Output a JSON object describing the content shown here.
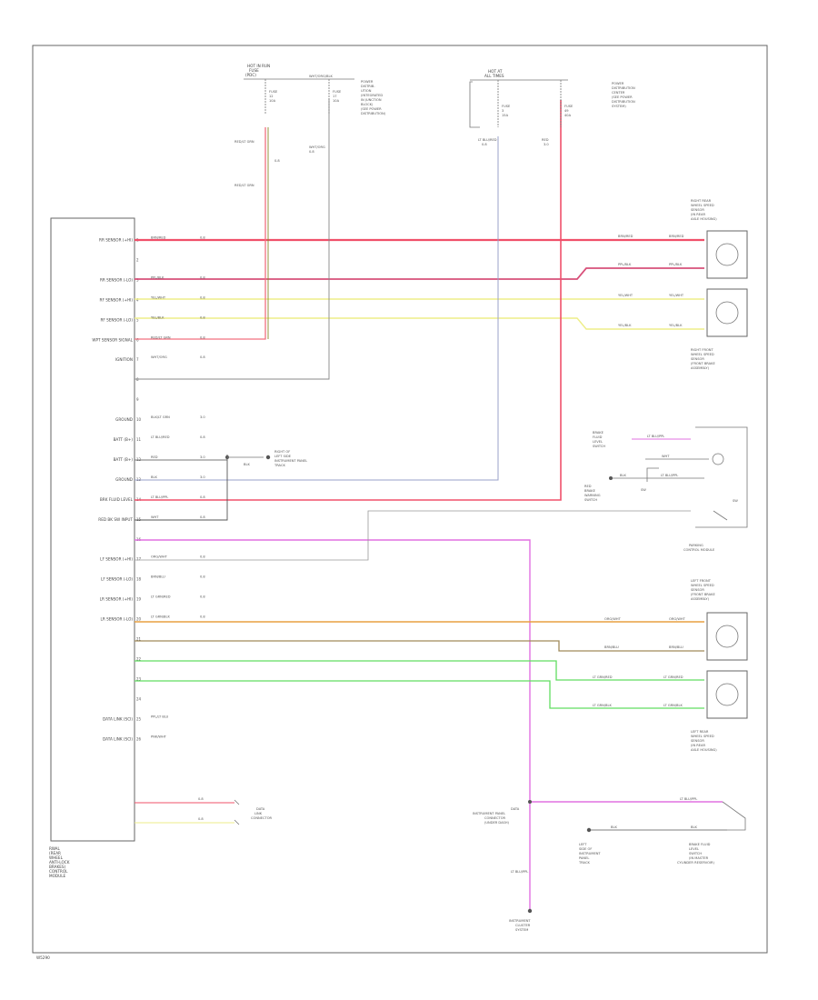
{
  "diagram_code": "W5290",
  "colors": {
    "red": "#f0506a",
    "red_light": "#f2707f",
    "yellow": "#eeee88",
    "olive": "#8a8a2a",
    "gray": "#888888",
    "blue_gray": "#9aa0c8",
    "magenta": "#e070e0",
    "orange": "#e8a040",
    "tan": "#a08a5a",
    "green": "#60dd60",
    "dark": "#555555"
  },
  "module": {
    "name_lines": [
      "RWAL",
      "(REAR",
      "WHEEL",
      "ANTI-LOCK",
      "BRAKES)",
      "CONTROL",
      "MODULE"
    ],
    "pins": [
      {
        "num": "1",
        "label": "RR SENSOR (+HI)",
        "wire": "BRN/RED",
        "gauge": "0.8"
      },
      {
        "num": "2",
        "label": "",
        "wire": "",
        "gauge": ""
      },
      {
        "num": "3",
        "label": "RR SENSOR (-LO)",
        "wire": "PPL/BLK",
        "gauge": "0.8"
      },
      {
        "num": "4",
        "label": "RF SENSOR (+HI)",
        "wire": "YEL/WHT",
        "gauge": "0.8"
      },
      {
        "num": "5",
        "label": "RF SENSOR (-LO)",
        "wire": "YEL/BLK",
        "gauge": "0.8"
      },
      {
        "num": "6",
        "label": "WPT SENSOR SIGNAL",
        "wire": "RED/LT GRN",
        "gauge": "0.8"
      },
      {
        "num": "7",
        "label": "IGNITION",
        "wire": "WHT/ORG",
        "gauge": "0.8"
      },
      {
        "num": "8",
        "label": "",
        "wire": "",
        "gauge": ""
      },
      {
        "num": "9",
        "label": "",
        "wire": "",
        "gauge": ""
      },
      {
        "num": "10",
        "label": "GROUND",
        "wire": "BLK/LT GRN",
        "gauge": "3.0"
      },
      {
        "num": "11",
        "label": "BATT (B+)",
        "wire": "LT BLU/RED",
        "gauge": "0.8"
      },
      {
        "num": "12",
        "label": "BATT (B+)",
        "wire": "RED",
        "gauge": "3.0"
      },
      {
        "num": "13",
        "label": "GROUND",
        "wire": "BLK",
        "gauge": "3.0"
      },
      {
        "num": "14",
        "label": "BRK FLUID LEVEL",
        "wire": "LT BLU/PPL",
        "gauge": "0.8"
      },
      {
        "num": "15",
        "label": "RED BK SW INPUT",
        "wire": "WHT",
        "gauge": "0.8"
      },
      {
        "num": "16",
        "label": "",
        "wire": "",
        "gauge": ""
      },
      {
        "num": "17",
        "label": "LF SENSOR (+HI)",
        "wire": "ORG/WHT",
        "gauge": "0.8"
      },
      {
        "num": "18",
        "label": "LF SENSOR (-LO)",
        "wire": "BRN/BLU",
        "gauge": "0.8"
      },
      {
        "num": "19",
        "label": "LR SENSOR (+HI)",
        "wire": "LT GRN/RED",
        "gauge": "0.8"
      },
      {
        "num": "20",
        "label": "LR SENSOR (-LO)",
        "wire": "LT GRN/BLK",
        "gauge": "0.8"
      },
      {
        "num": "21",
        "label": "",
        "wire": "",
        "gauge": ""
      },
      {
        "num": "22",
        "label": "",
        "wire": "",
        "gauge": ""
      },
      {
        "num": "23",
        "label": "",
        "wire": "",
        "gauge": ""
      },
      {
        "num": "24",
        "label": "",
        "wire": "",
        "gauge": ""
      },
      {
        "num": "25",
        "label": "DATA LINK (SCI)",
        "wire": "PPL/LT BLU",
        "gauge": "0.8"
      },
      {
        "num": "26",
        "label": "DATA LINK (SCI)",
        "wire": "PNK/WHT",
        "gauge": "0.8"
      }
    ]
  },
  "top_left_fuse": {
    "title_lines": [
      "HOT IN RUN",
      "FUSE",
      "(PDC)"
    ],
    "fuse_a": [
      "FUSE",
      "12",
      "10A"
    ],
    "fuse_b": [
      "FUSE",
      "17",
      "10A"
    ],
    "wire_out": "WHT/ORG/BLK",
    "note_lines": [
      "POWER",
      "DISTRIB-",
      "UTION",
      "(INTEGRATED",
      "IN JUNCTION",
      "BLOCK)",
      "(SEE POWER",
      "DISTRIBUTION)"
    ],
    "wire_1": "RED/LT GRN",
    "wire_2": "RED/LT GRN",
    "wire_3": "WHT/ORG",
    "gauge_1": "0.8",
    "gauge_2": "0.8"
  },
  "top_right_fuse": {
    "title_lines": [
      "HOT AT",
      "ALL TIMES"
    ],
    "fuse_a": [
      "FUSE",
      "3",
      "15A"
    ],
    "fuse_b": [
      "FUSE",
      "49",
      "40A"
    ],
    "note_lines": [
      "POWER",
      "DISTRIBUTION",
      "CENTER",
      "(SEE POWER",
      "DISTRIBUTION",
      "SYSTEM)"
    ],
    "wire_1": "LT BLU/RED",
    "wire_2": "RED",
    "gauge_1": "0.8",
    "gauge_2": "3.0"
  },
  "ground_label": [
    "RIGHT OF",
    "LEFT SIDE",
    "INSTRUMENT PANEL",
    "TRACK"
  ],
  "ground_wire": "BLK",
  "rr_sensor": {
    "lines": [
      "RIGHT REAR",
      "WHEEL SPEED",
      "SENSOR",
      "(IN REAR",
      "AXLE HOUSING)"
    ],
    "wire_1": "BRN/RED",
    "wire_2": "PPL/BLK"
  },
  "rf_sensor": {
    "lines": [
      "RIGHT FRONT",
      "WHEEL SPEED",
      "SENSOR",
      "(FRONT BRAKE",
      "ASSEMBLY)"
    ],
    "wire_1": "YEL/WHT",
    "wire_2": "YEL/BLK"
  },
  "right_mid": {
    "brake_fluid_lines": [
      "BRAKE",
      "FLUID",
      "LEVEL",
      "SWITCH"
    ],
    "wire_a": "LT BLU/PPL",
    "wire_b": "WHT",
    "wire_c": "BLK",
    "wire_d": "LT BLU/PPL",
    "sub_lines": [
      "RED",
      "BRAKE",
      "WARNING",
      "SWITCH"
    ],
    "sw_label": "SW",
    "module_label": [
      "PARKING",
      "CONTROL MODULE"
    ]
  },
  "lf_sensor": {
    "lines": [
      "LEFT FRONT",
      "WHEEL SPEED",
      "SENSOR",
      "(FRONT BRAKE",
      "ASSEMBLY)"
    ],
    "wire_1": "ORG/WHT",
    "wire_2": "BRN/BLU"
  },
  "lr_sensor": {
    "lines": [
      "LEFT REAR",
      "WHEEL SPEED",
      "SENSOR",
      "(IN REAR",
      "AXLE HOUSING)"
    ],
    "wire_1": "LT GRN/RED",
    "wire_2": "LT GRN/BLK"
  },
  "data_link_label": [
    "DATA",
    "LINK",
    "CONNECTOR"
  ],
  "bottom_center": {
    "lines": [
      "DATA",
      "INSTRUMENT PANEL",
      "CONNECTOR",
      "(UNDER DASH)"
    ],
    "wire": "LT BLU/PPL",
    "dest_lines": [
      "INSTRUMENT",
      "CLUSTER",
      "SYSTEM"
    ]
  },
  "bottom_right": {
    "wire_1": "LT BLU/PPL",
    "wire_2": "BLK",
    "wire_3": "BLK",
    "ground_lines": [
      "LEFT",
      "SIDE OF",
      "INSTRUMENT",
      "PANEL",
      "TRACK"
    ],
    "switch_lines": [
      "BRAKE FLUID",
      "LEVEL",
      "SWITCH",
      "(IN MASTER",
      "CYLINDER RESERVOIR)"
    ]
  }
}
